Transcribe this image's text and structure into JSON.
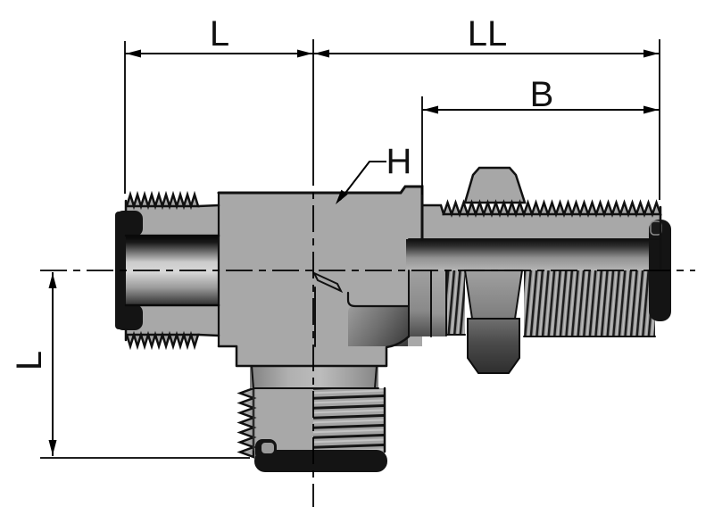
{
  "drawing": {
    "background": "#ffffff",
    "line_color": "#000000",
    "metal_gray": "#a8a8a8",
    "dark_metal": "#3f3f3f",
    "seal_black": "#141414",
    "dimensions": {
      "top_left_label": "L",
      "top_right_label": "LL",
      "thread_length_label": "B",
      "hex_leader_label": "H",
      "left_vertical_label": "L"
    }
  }
}
